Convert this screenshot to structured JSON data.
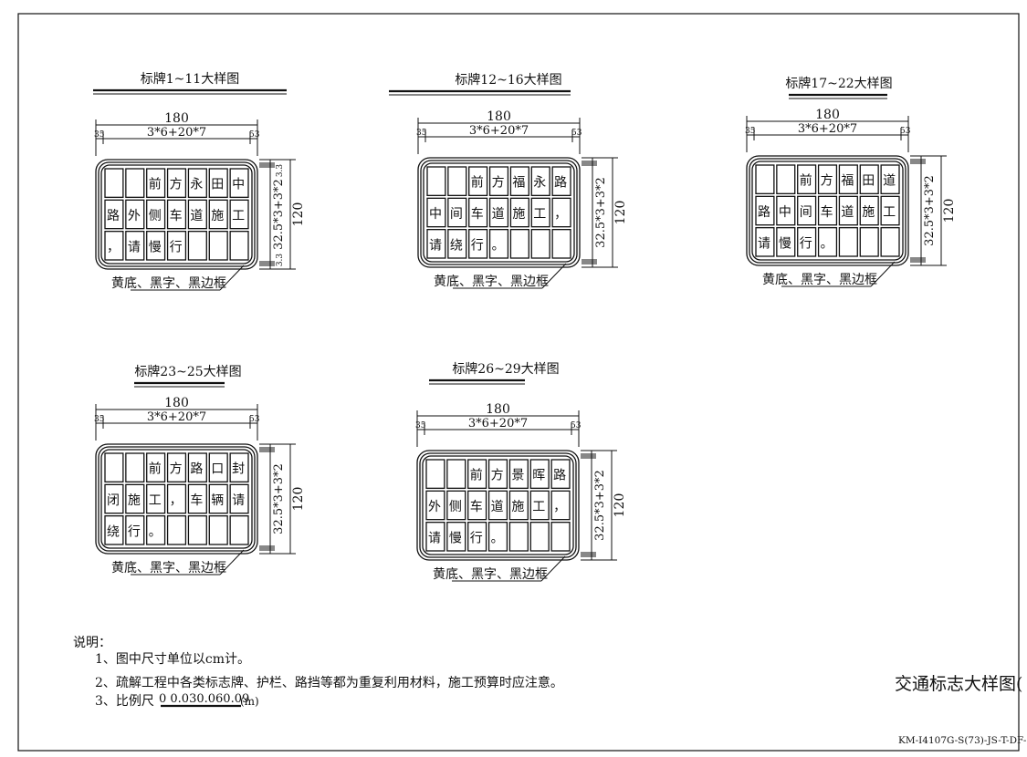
{
  "drawing_title": "交通标志大样图(",
  "drawing_code": "KM-I4107G-S(73)-JS-T-DF-",
  "signs": [
    {
      "title": "标牌1~11大样图",
      "dim_total": "180",
      "dim_formula": "3*6+20*7",
      "dim_left": "35",
      "dim_right": "53",
      "dim_height": "120",
      "dim_vertical": "32.5*3+3*2",
      "dim_small_top": "3.3",
      "dim_small_bottom": "3.3",
      "rows": [
        [
          "",
          "",
          "前",
          "方",
          "永",
          "田",
          "中"
        ],
        [
          "路",
          "外",
          "侧",
          "车",
          "道",
          "施",
          "工"
        ],
        [
          "，",
          "请",
          "慢",
          "行",
          "",
          "",
          ""
        ]
      ],
      "caption": "黄底、黑字、黑边框"
    },
    {
      "title": "标牌12~16大样图",
      "dim_total": "180",
      "dim_formula": "3*6+20*7",
      "dim_left": "35",
      "dim_right": "53",
      "dim_height": "120",
      "dim_vertical": "32.5*3+3*2",
      "rows": [
        [
          "",
          "",
          "前",
          "方",
          "福",
          "永",
          "路"
        ],
        [
          "中",
          "间",
          "车",
          "道",
          "施",
          "工",
          "，"
        ],
        [
          "请",
          "绕",
          "行",
          "。",
          "",
          "",
          ""
        ]
      ],
      "caption": "黄底、黑字、黑边框"
    },
    {
      "title": "标牌17~22大样图",
      "dim_total": "180",
      "dim_formula": "3*6+20*7",
      "dim_left": "35",
      "dim_right": "53",
      "dim_height": "120",
      "dim_vertical": "32.5*3+3*2",
      "rows": [
        [
          "",
          "",
          "前",
          "方",
          "福",
          "田",
          "道"
        ],
        [
          "路",
          "中",
          "间",
          "车",
          "道",
          "施",
          "工"
        ],
        [
          "请",
          "慢",
          "行",
          "。",
          "",
          "",
          ""
        ]
      ],
      "caption": "黄底、黑字、黑边框"
    },
    {
      "title": "标牌23~25大样图",
      "dim_total": "180",
      "dim_formula": "3*6+20*7",
      "dim_left": "35",
      "dim_right": "53",
      "dim_height": "120",
      "dim_vertical": "32.5*3+3*2",
      "rows": [
        [
          "",
          "",
          "前",
          "方",
          "路",
          "口",
          "封"
        ],
        [
          "闭",
          "施",
          "工",
          "，",
          "车",
          "辆",
          "请"
        ],
        [
          "绕",
          "行",
          "。",
          "",
          "",
          "",
          ""
        ]
      ],
      "caption": "黄底、黑字、黑边框"
    },
    {
      "title": "标牌26~29大样图",
      "dim_total": "180",
      "dim_formula": "3*6+20*7",
      "dim_left": "35",
      "dim_right": "53",
      "dim_height": "120",
      "dim_vertical": "32.5*3+3*2",
      "rows": [
        [
          "",
          "",
          "前",
          "方",
          "景",
          "晖",
          "路"
        ],
        [
          "外",
          "侧",
          "车",
          "道",
          "施",
          "工",
          "，"
        ],
        [
          "请",
          "慢",
          "行",
          "。",
          "",
          "",
          ""
        ]
      ],
      "caption": "黄底、黑字、黑边框"
    }
  ],
  "notes": {
    "heading": "说明：",
    "items": [
      "1、图中尺寸单位以cm计。",
      "2、疏解工程中各类标志牌、护栏、路挡等都为重复利用材料，施工预算时应注意。",
      "3、比例尺"
    ],
    "scale_text": "0  0.030.060.09",
    "scale_unit": "(m)"
  }
}
